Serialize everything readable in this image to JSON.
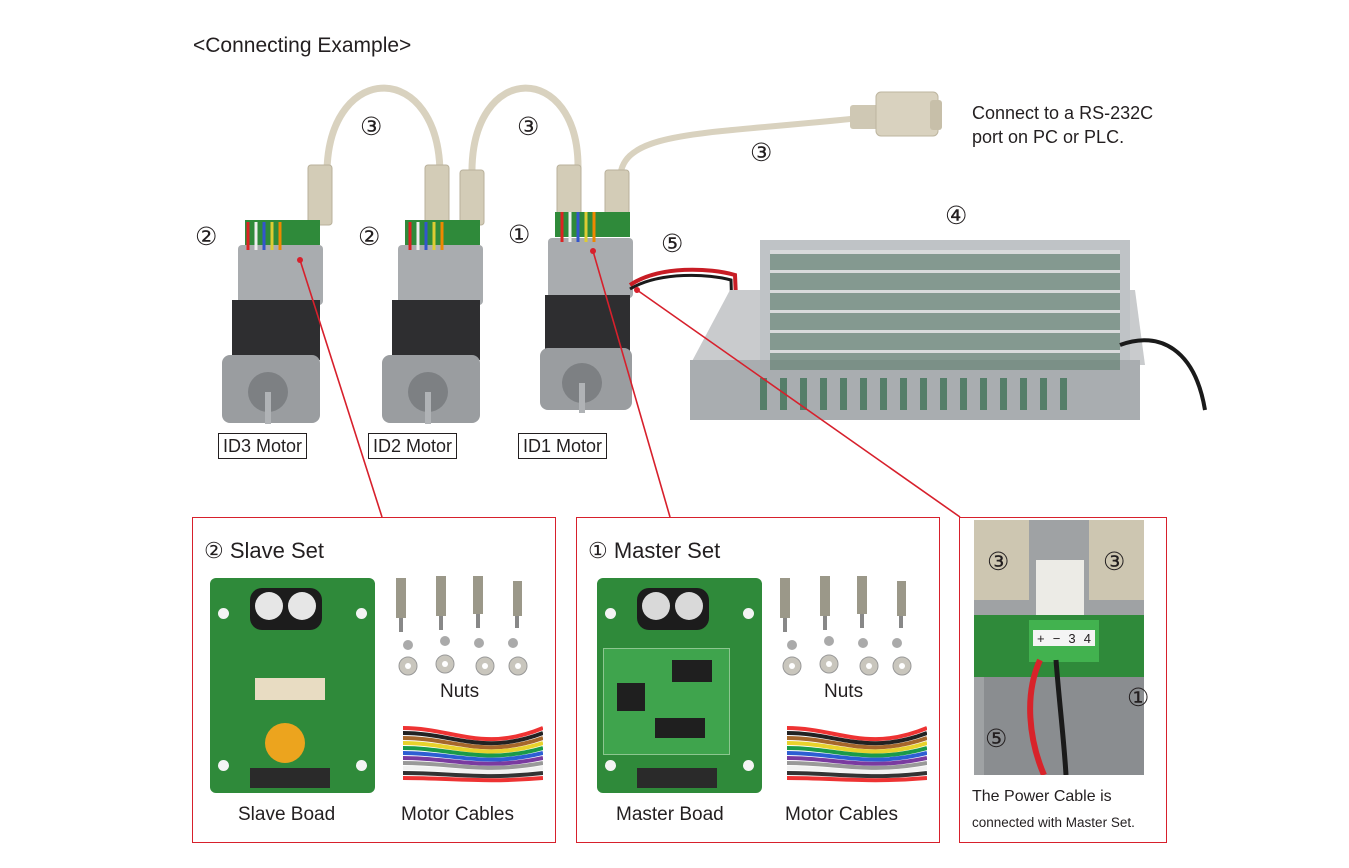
{
  "title": "<Connecting Example>",
  "note": {
    "line1": "Connect to a RS-232C",
    "line2": "port on PC or PLC."
  },
  "markers": {
    "cable_1": "③",
    "cable_2": "③",
    "cable_3": "③",
    "power_supply": "④",
    "power_cable": "⑤",
    "id3_set": "②",
    "id2_set": "②",
    "id1_set": "①"
  },
  "motors": [
    {
      "label": "ID3 Motor",
      "set": "Slave"
    },
    {
      "label": "ID2 Motor",
      "set": "Slave"
    },
    {
      "label": "ID1 Motor",
      "set": "Master"
    }
  ],
  "panels": {
    "slave": {
      "title": "② Slave Set",
      "board_caption": "Slave Boad",
      "nuts_caption": "Nuts",
      "cables_caption": "Motor Cables"
    },
    "master": {
      "title": "① Master Set",
      "board_caption": "Master Boad",
      "nuts_caption": "Nuts",
      "cables_caption": "Motor Cables"
    },
    "power": {
      "marker_left": "③",
      "marker_right": "③",
      "marker_master": "①",
      "marker_cable": "⑤",
      "terminal_labels": [
        "+",
        "−",
        "3",
        "4"
      ],
      "caption_line1": "The Power Cable is",
      "caption_line2": "connected with Master Set."
    }
  },
  "colors": {
    "callout_red": "#d7202c",
    "text": "#231f20",
    "pcb_green": "#2f8a3a",
    "cable_beige": "#d9d2bf"
  }
}
